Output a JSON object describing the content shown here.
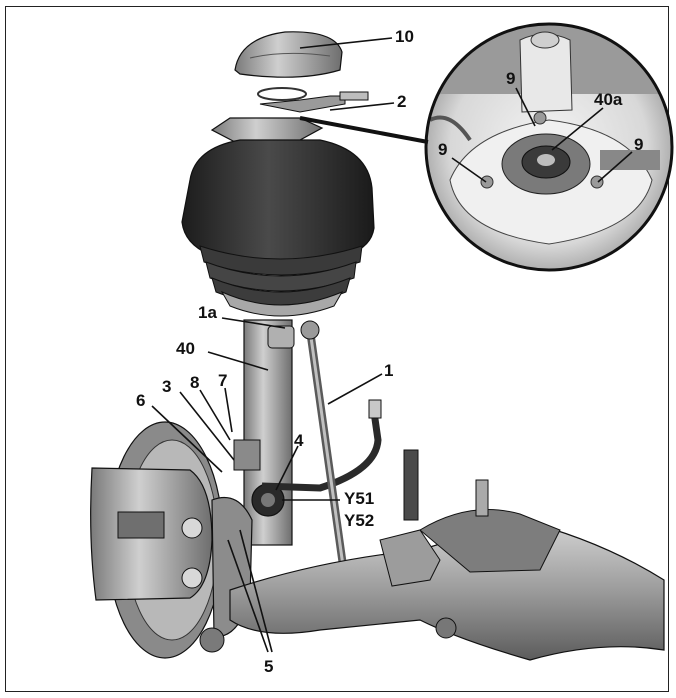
{
  "callouts": {
    "c10": "10",
    "c2": "2",
    "c9a": "9",
    "c40a": "40a",
    "c9b": "9",
    "c9c": "9",
    "c1a": "1a",
    "c40": "40",
    "c1": "1",
    "c3": "3",
    "c8": "8",
    "c7": "7",
    "c6": "6",
    "c4": "4",
    "cY51": "Y51",
    "cY52": "Y52",
    "c5": "5"
  },
  "colors": {
    "dark_rubber": "#2e2e2e",
    "metal_light": "#c9c9c9",
    "metal_mid": "#9a9a9a",
    "metal_dark": "#6a6a6a",
    "outline": "#111111"
  }
}
